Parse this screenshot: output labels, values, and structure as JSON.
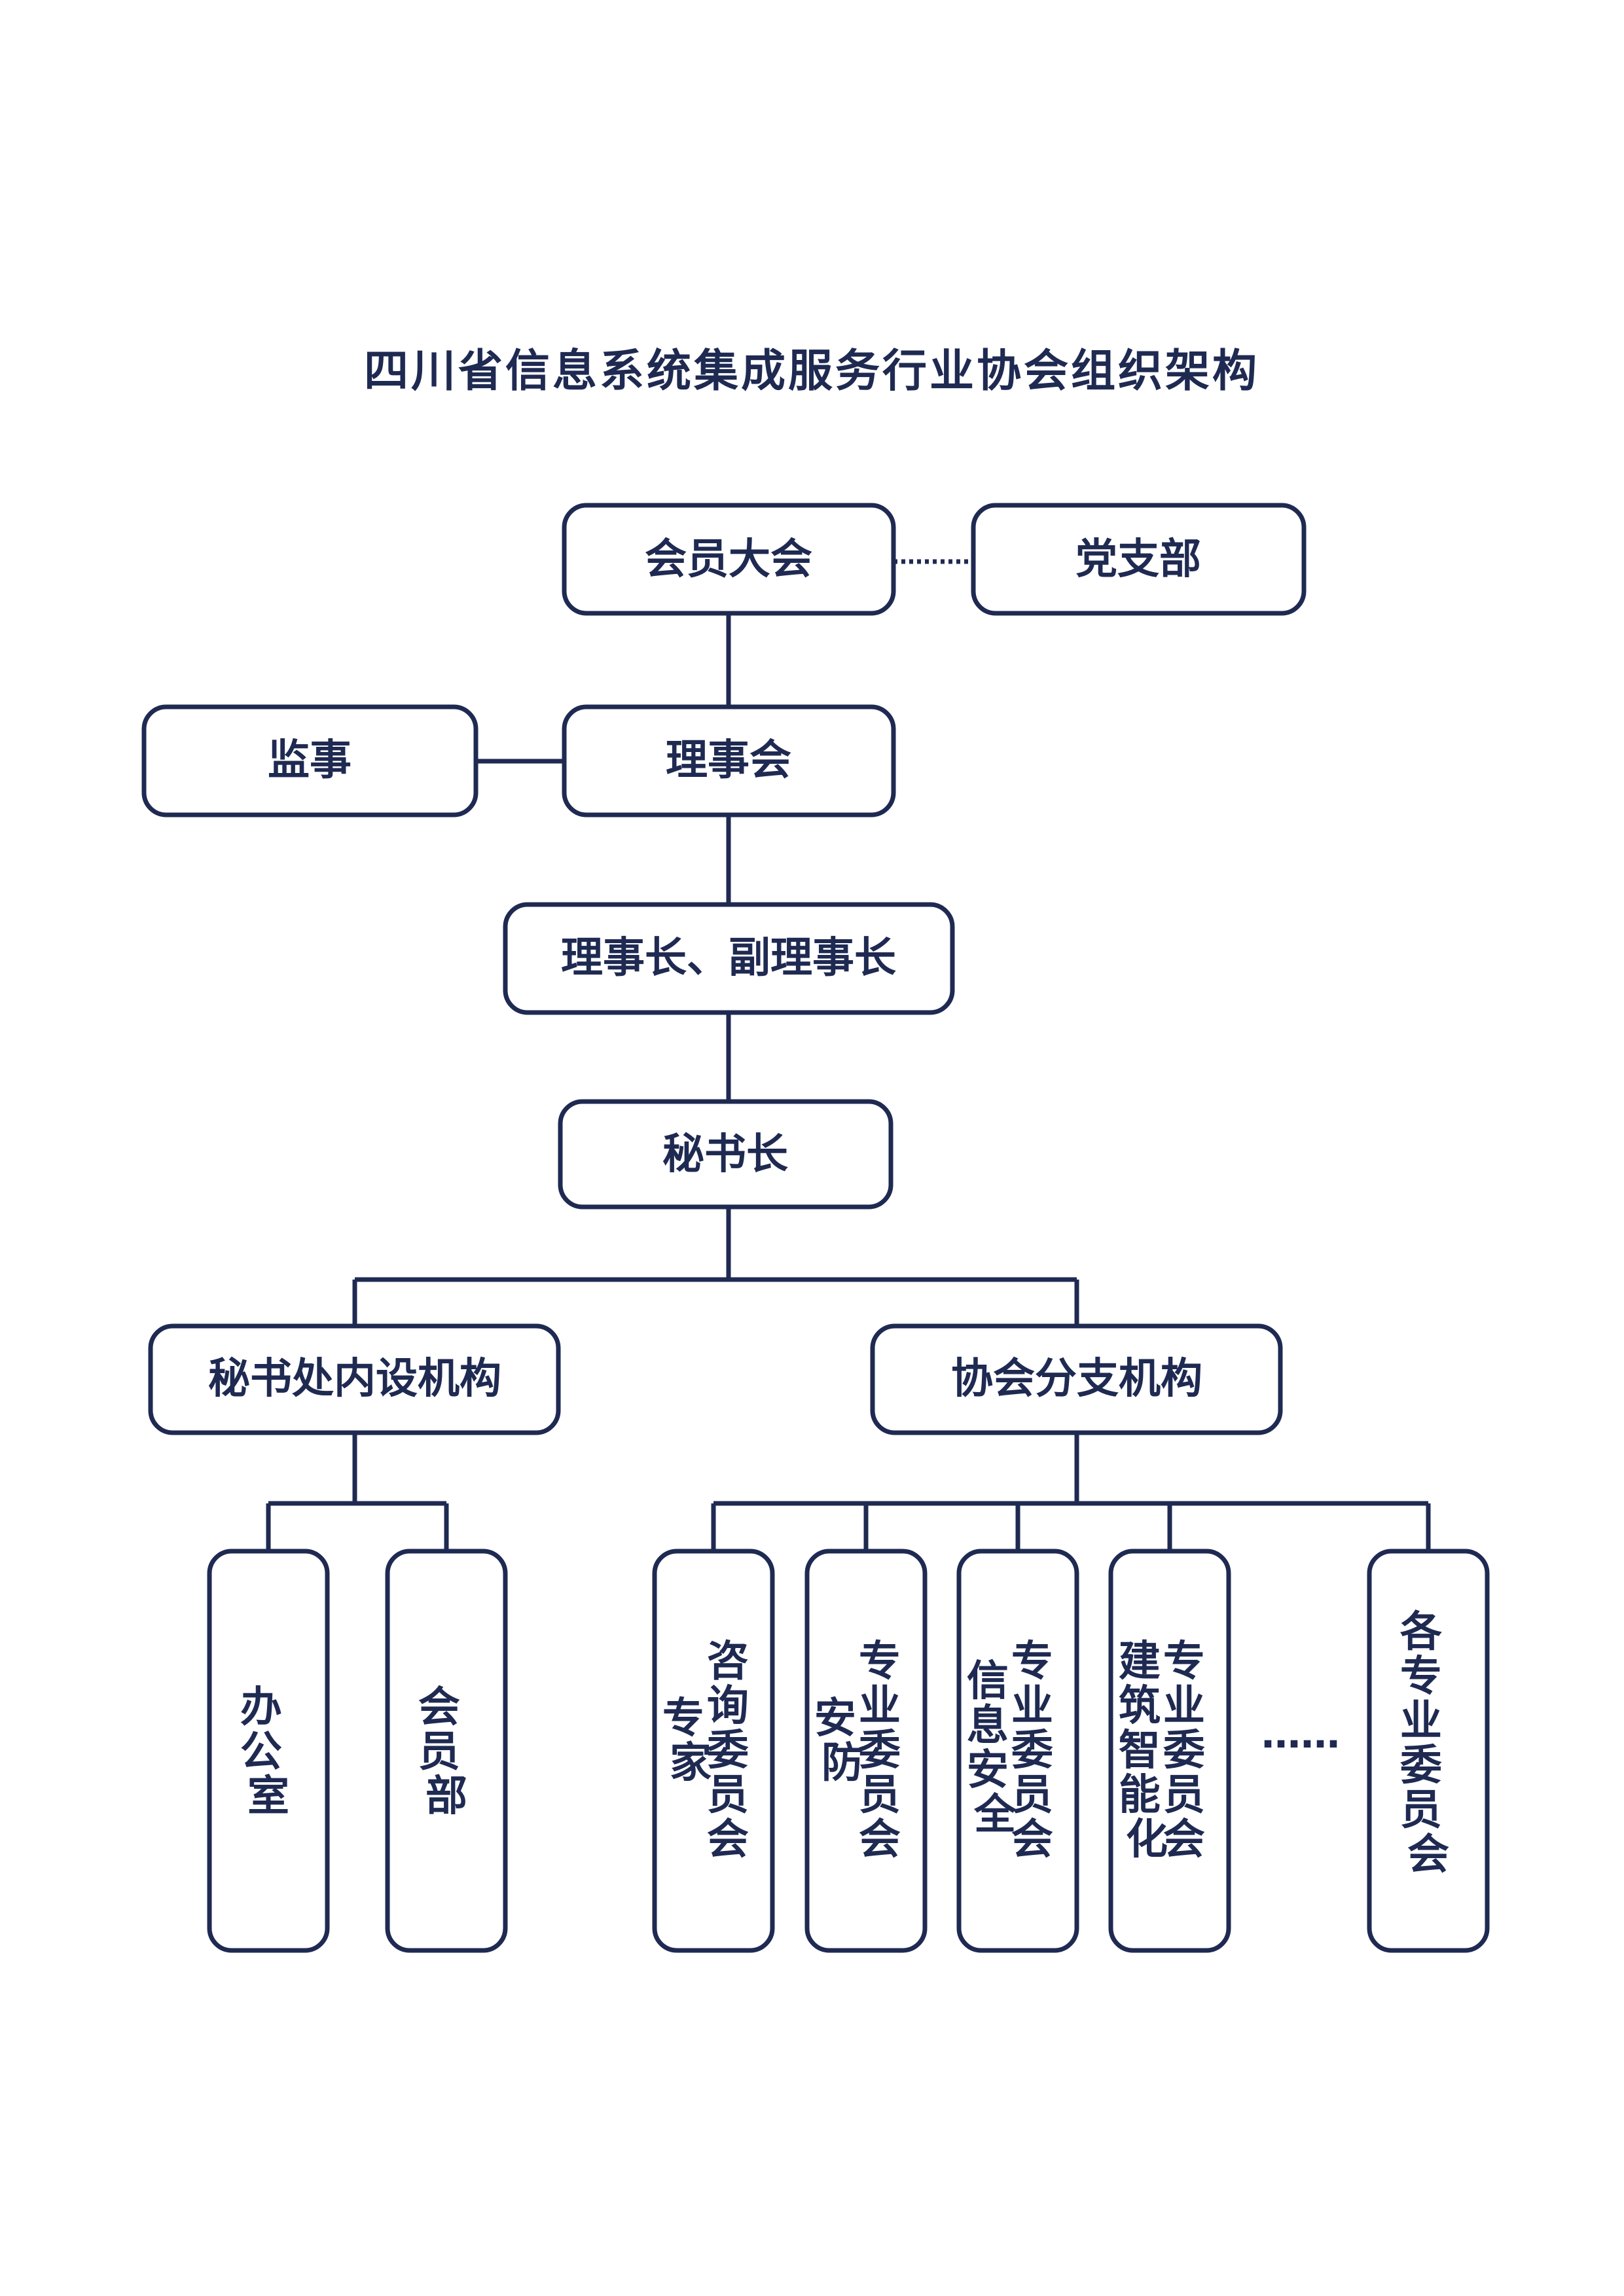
{
  "title": "四川省信息系统集成服务行业协会组织架构",
  "colors": {
    "ink": "#1f2a52",
    "background": "#ffffff"
  },
  "nodes": {
    "general_assembly": "会员大会",
    "party_branch": "党支部",
    "supervisor": "监事",
    "council": "理事会",
    "chairman": "理事长、副理事长",
    "secretary_general": "秘书长",
    "secretariat_internal": "秘书处内设机构",
    "branches": "协会分支机构",
    "office": [
      "办",
      "公",
      "室"
    ],
    "membership": [
      "会",
      "员",
      "部"
    ],
    "consulting": [
      [
        "专",
        "家"
      ],
      [
        "咨",
        "询",
        "委",
        "员",
        "会"
      ]
    ],
    "security": [
      [
        "安",
        "防"
      ],
      [
        "专",
        "业",
        "委",
        "员",
        "会"
      ]
    ],
    "infosec": [
      [
        "信",
        "息",
        "安",
        "全"
      ],
      [
        "专",
        "业",
        "委",
        "员",
        "会"
      ]
    ],
    "intelligent_building": [
      [
        "建",
        "筑",
        "智",
        "能",
        "化"
      ],
      [
        "专",
        "业",
        "委",
        "员",
        "会"
      ]
    ],
    "all_committees": [
      "各",
      "专",
      "业",
      "委",
      "员",
      "会"
    ]
  },
  "ellipsis": "……"
}
